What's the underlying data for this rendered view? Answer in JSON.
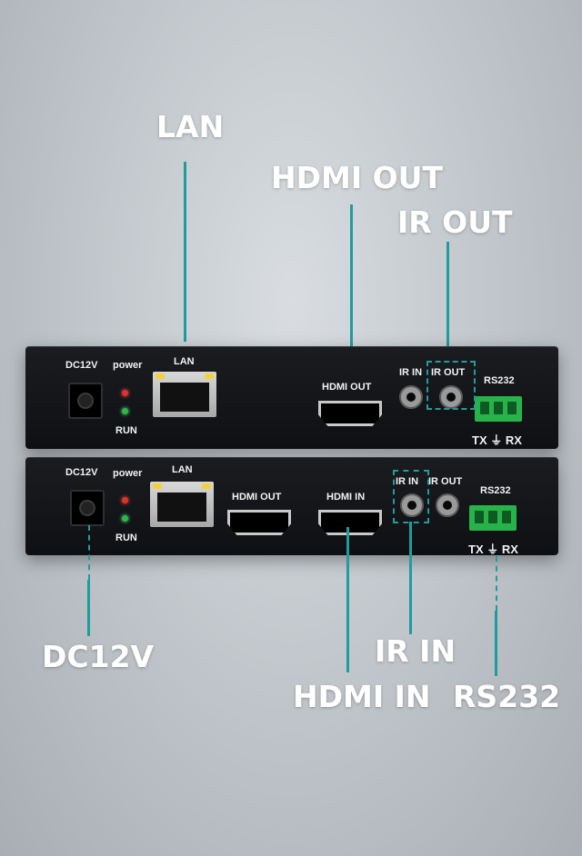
{
  "callouts": {
    "lan": "LAN",
    "hdmi_out": "HDMI OUT",
    "ir_out": "IR OUT",
    "dc12v": "DC12V",
    "ir_in": "IR IN",
    "hdmi_in": "HDMI IN",
    "rs232": "RS232"
  },
  "top_unit": {
    "dc12v": "DC12V",
    "power": "power",
    "run": "RUN",
    "lan": "LAN",
    "hdmi_out": "HDMI OUT",
    "ir_in": "IR IN",
    "ir_out": "IR OUT",
    "rs232": "RS232",
    "tx_rx": "TX ⏚ RX"
  },
  "bottom_unit": {
    "dc12v": "DC12V",
    "power": "power",
    "run": "RUN",
    "lan": "LAN",
    "hdmi_out": "HDMI OUT",
    "hdmi_in": "HDMI IN",
    "ir_in": "IR IN",
    "ir_out": "IR OUT",
    "rs232": "RS232",
    "tx_rx": "TX ⏚ RX"
  },
  "colors": {
    "accent": "#1f9c9c",
    "led_power": "#e0322a",
    "led_run": "#2fb54a",
    "terminal": "#27b34a"
  }
}
